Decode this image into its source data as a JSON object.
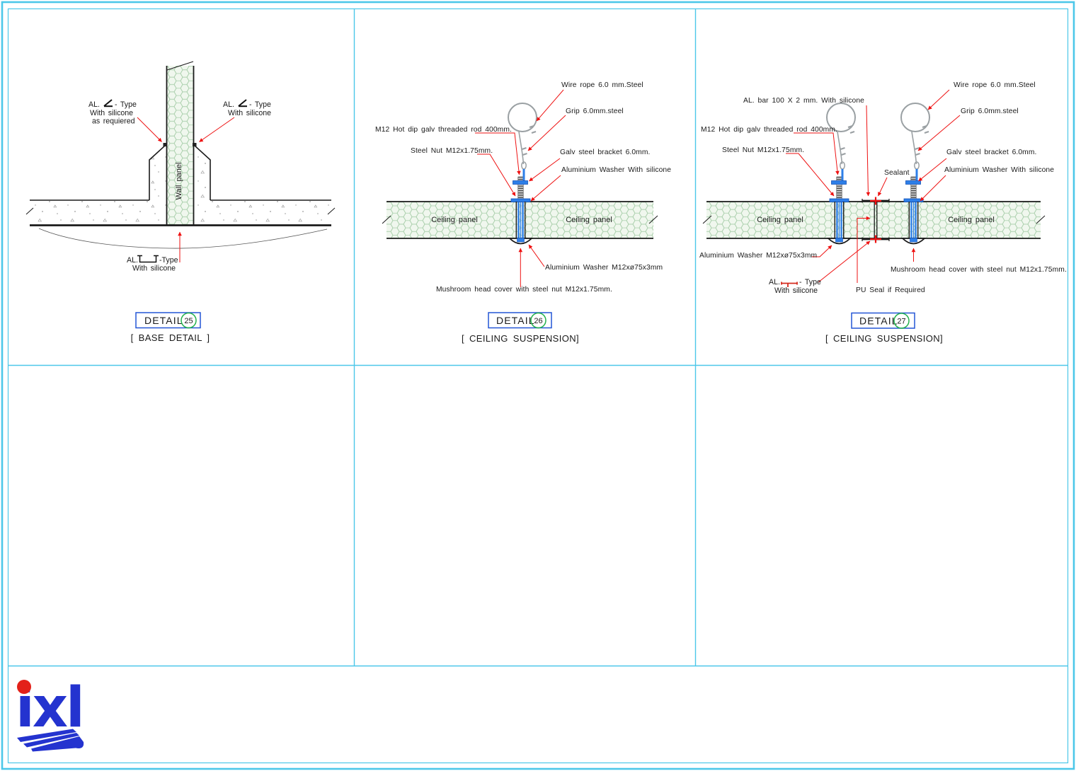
{
  "frame": {
    "border_color": "#4cc7e9"
  },
  "logo": {
    "text": "ixl",
    "dot_color": "#e32119",
    "blue": "#2433cf"
  },
  "details": {
    "d25": {
      "title": "DETAIL",
      "number": "25",
      "subtitle": "[ BASE DETAIL ]",
      "wall_panel": "Wall panel",
      "left_note": {
        "p": "AL.",
        "s": "- Type",
        "l2": "With silicone",
        "l3": "as requiered"
      },
      "right_note": {
        "p": "AL.",
        "s": "- Type",
        "l2": "With silicone"
      },
      "base_note": {
        "p": "AL.",
        "s": "-Type",
        "l2": "With silicone"
      }
    },
    "d26": {
      "title": "DETAIL",
      "number": "26",
      "subtitle": "[ CEILING SUSPENSION]",
      "labels": {
        "wire_rope": "Wire rope 6.0 mm.Steel",
        "grip": "Grip 6.0mm.steel",
        "rod": "M12 Hot dip galv threaded rod 400mm.",
        "nut": "Steel Nut M12x1.75mm.",
        "bracket": "Galv steel bracket 6.0mm.",
        "washer_top": "Aluminium Washer With silicone",
        "panel_left": "Ceiling panel",
        "panel_right": "Ceiling panel",
        "washer_bottom": "Aluminium Washer M12xø75x3mm",
        "mushroom": "Mushroom head cover with steel nut M12x1.75mm."
      }
    },
    "d27": {
      "title": "DETAIL",
      "number": "27",
      "subtitle": "[ CEILING SUSPENSION]",
      "labels": {
        "al_bar": "AL.  bar 100 X 2 mm. With silicone",
        "wire_rope": "Wire rope 6.0 mm.Steel",
        "grip": "Grip 6.0mm.steel",
        "rod": "M12 Hot dip galv threaded rod 400mm.",
        "nut": "Steel Nut M12x1.75mm.",
        "bracket": "Galv steel bracket 6.0mm.",
        "sealant": "Sealant",
        "washer_top": "Aluminium Washer With silicone",
        "panel_left": "Ceiling panel",
        "panel_right": "Ceiling panel",
        "washer_bottom": "Aluminium Washer M12xø75x3mm",
        "al_t": {
          "p": "AL.",
          "s": "- Type",
          "l2": "With silicone"
        },
        "pu_seal": "PU Seal if Required",
        "mushroom": "Mushroom head cover with steel nut M12x1.75mm."
      }
    }
  }
}
